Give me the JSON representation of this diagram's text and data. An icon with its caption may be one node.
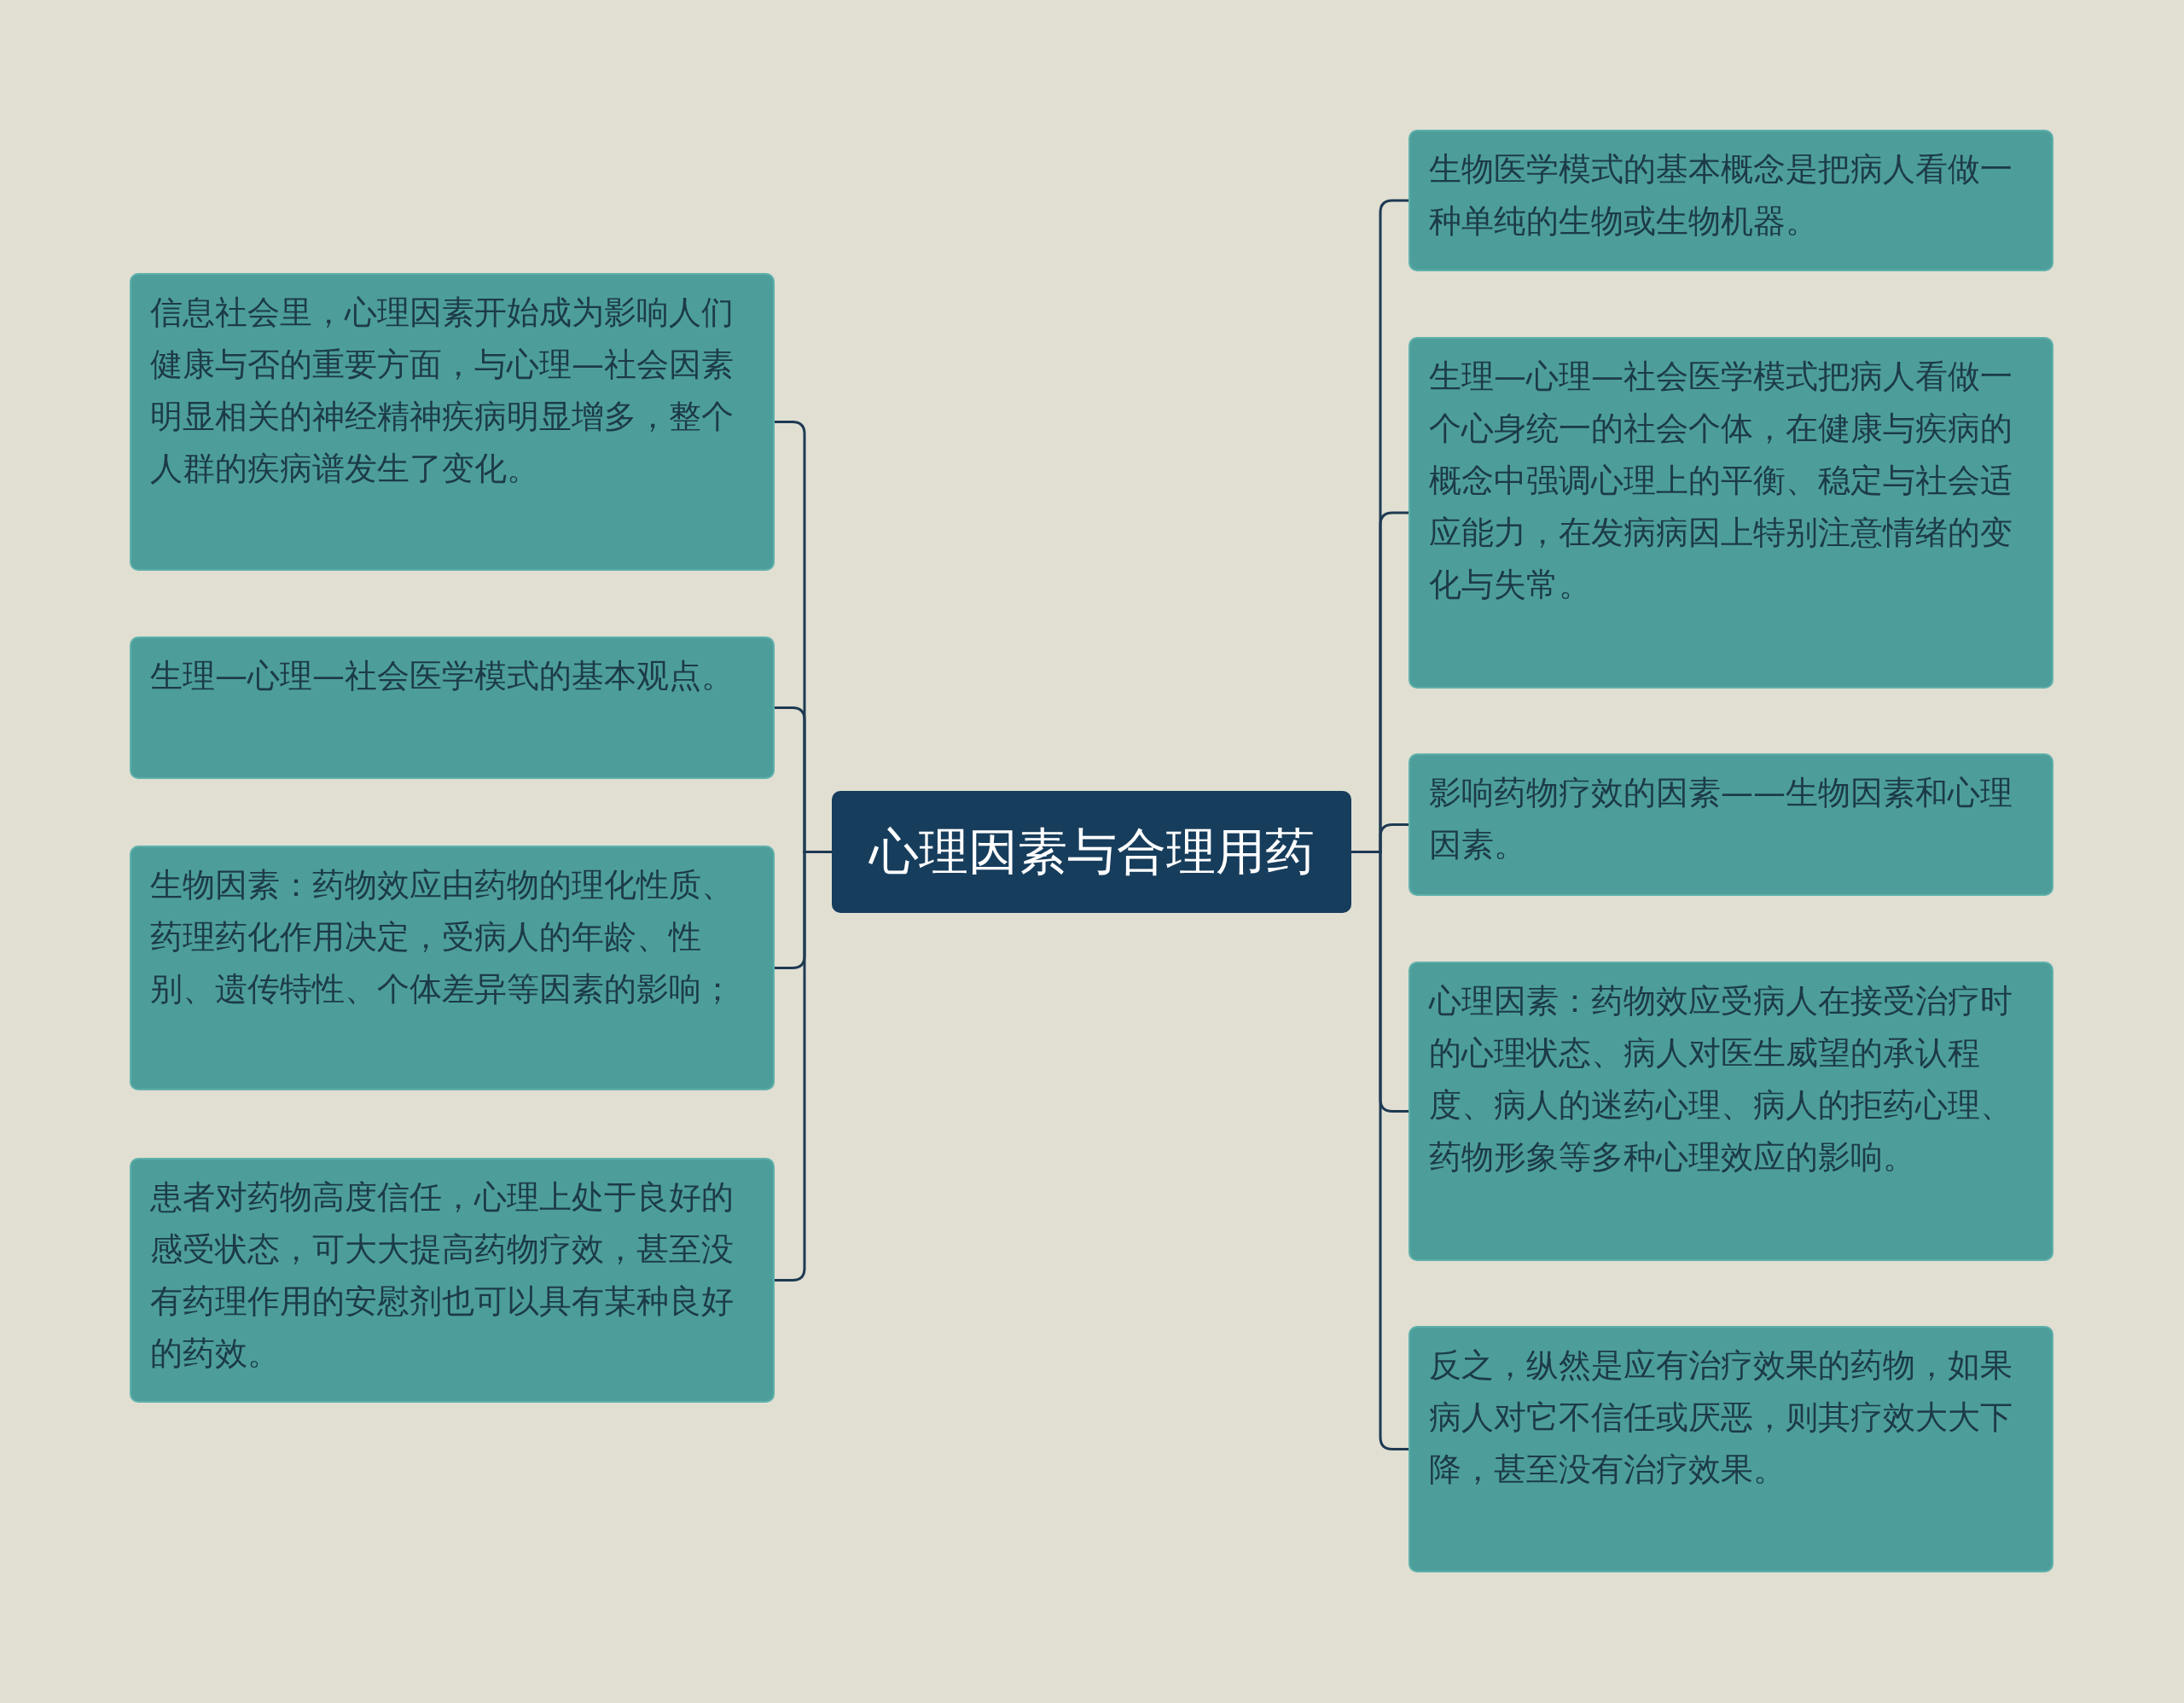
{
  "diagram": {
    "nodes": [
      {
        "text": [
          "心理因素与合理用药"
        ]
      },
      {
        "text": [
          "信息社会里，心理因素开始成为影响人们健康与否的重要方面，与心理—社会因素明显相关的神经精神疾病明显增多，整个人群的疾病谱发生了变化。"
        ]
      },
      {
        "text": [
          "生理—心理—社会医学模式的基本观点。"
        ]
      },
      {
        "text": [
          "生物因素：药物效应由药物的理化性质、药理药化作用决定，受病人的年龄、性别、遗传特性、个体差异等因素的影响；"
        ]
      },
      {
        "text": [
          "患者对药物高度信任，心理上处于良好的感受状态，可大大提高药物疗效，甚至没有药理作用的安慰剂也可以具有某种良好的药效。"
        ]
      },
      {
        "text": [
          "生物医学模式的基本概念是把病人看做一种单纯的生物或生物机器。"
        ]
      },
      {
        "text": [
          "生理—心理—社会医学模式把病人看做一个心身统一的社会个体，在健康与疾病的概念中强调心理上的平衡、稳定与社会适应能力，在发病病因上特别注意情绪的变化与失常。"
        ]
      },
      {
        "text": [
          "影响药物疗效的因素——生物因素和心理因素。"
        ]
      },
      {
        "text": [
          "心理因素：药物效应受病人在接受治疗时的心理状态、病人对医生威望的承认程度、病人的迷药心理、病人的拒药心理、药物形象等多种心理效应的影响。"
        ]
      },
      {
        "text": [
          "反之，纵然是应有治疗效果的药物，如果病人对它不信任或厌恶，则其疗效大大下降，甚至没有治疗效果。"
        ]
      }
    ],
    "edges": [
      {
        "from": 0,
        "to": 1,
        "arrow": "none"
      },
      {
        "from": 0,
        "to": 2,
        "arrow": "none"
      },
      {
        "from": 0,
        "to": 3,
        "arrow": "none"
      },
      {
        "from": 0,
        "to": 4,
        "arrow": "none"
      },
      {
        "from": 0,
        "to": 5,
        "arrow": "none"
      },
      {
        "from": 0,
        "to": 6,
        "arrow": "none"
      },
      {
        "from": 0,
        "to": 7,
        "arrow": "none"
      },
      {
        "from": 0,
        "to": 8,
        "arrow": "none"
      },
      {
        "from": 0,
        "to": 9,
        "arrow": "none"
      }
    ]
  }
}
